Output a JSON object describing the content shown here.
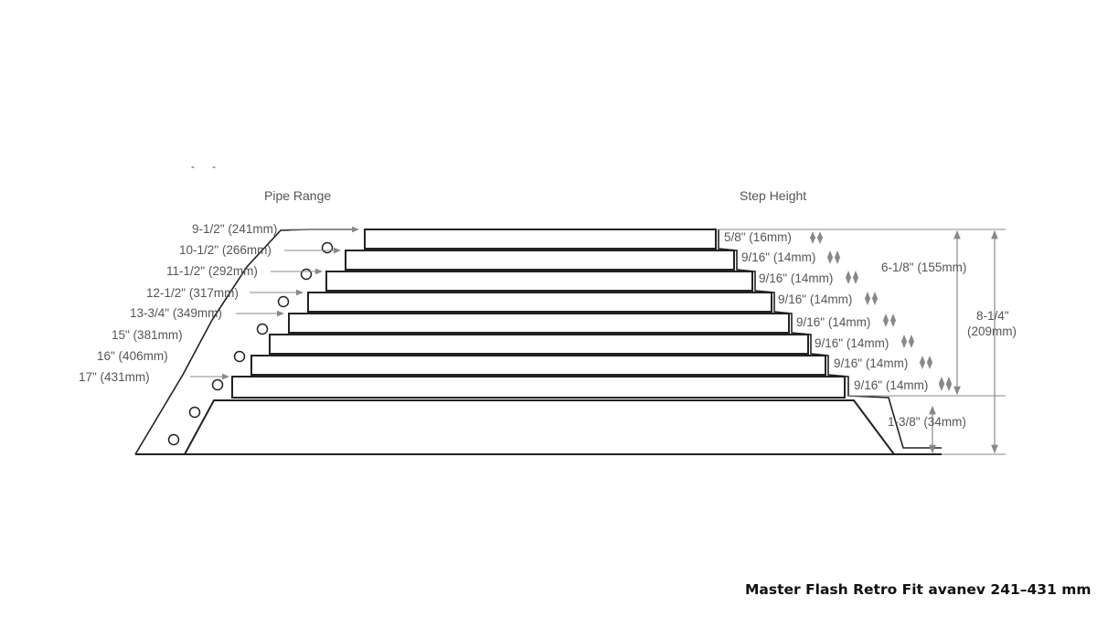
{
  "headers": {
    "pipe_range": "Pipe Range",
    "step_height": "Step Height"
  },
  "stray_marks": [
    "-",
    "-"
  ],
  "pipe_range_labels": [
    "9-1/2\" (241mm)",
    "10-1/2\" (266mm)",
    "11-1/2\" (292mm)",
    "12-1/2\" (317mm)",
    "13-3/4\" (349mm)",
    "15\" (381mm)",
    "16\" (406mm)",
    "17\" (431mm)"
  ],
  "step_height_labels": [
    "5/8\" (16mm)",
    "9/16\" (14mm)",
    "9/16\" (14mm)",
    "9/16\" (14mm)",
    "9/16\" (14mm)",
    "9/16\" (14mm)",
    "9/16\" (14mm)",
    "9/16\" (14mm)"
  ],
  "total_steps_height": "6-1/8\" (155mm)",
  "base_height": "1-3/8\" (34mm)",
  "overall_height": [
    "8-1/4\"",
    "(209mm)"
  ],
  "caption": "Master Flash Retro Fit avanev 241–431 mm",
  "colors": {
    "line": "#222222",
    "dim": "#888888",
    "text": "#555555"
  }
}
